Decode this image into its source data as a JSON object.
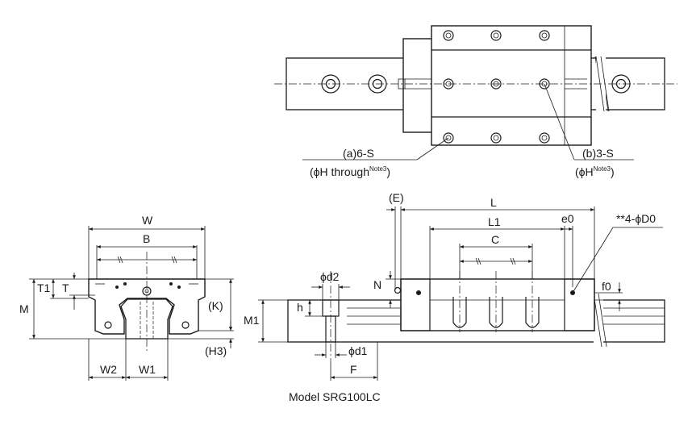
{
  "caption": "Model SRG100LC",
  "top_view": {
    "callout_a": "(a)6-S",
    "callout_a_sub": "(ϕH through",
    "callout_a_note": "Note3",
    "callout_a_close": ")",
    "callout_b": "(b)3-S",
    "callout_b_sub": "(ϕH",
    "callout_b_note": "Note3",
    "callout_b_close": ")"
  },
  "end_view": {
    "W": "W",
    "B": "B",
    "M": "M",
    "T1": "T1",
    "T": "T",
    "K": "(K)",
    "H3": "(H3)",
    "W2": "W2",
    "W1": "W1"
  },
  "side_view": {
    "E": "(E)",
    "L": "L",
    "L1": "L1",
    "e0": "e0",
    "C": "C",
    "D0": "**4-ϕD0",
    "f0": "f0",
    "N": "N",
    "d2": "ϕd2",
    "M1": "M1",
    "h": "h",
    "d1": "ϕd1",
    "F": "F"
  }
}
